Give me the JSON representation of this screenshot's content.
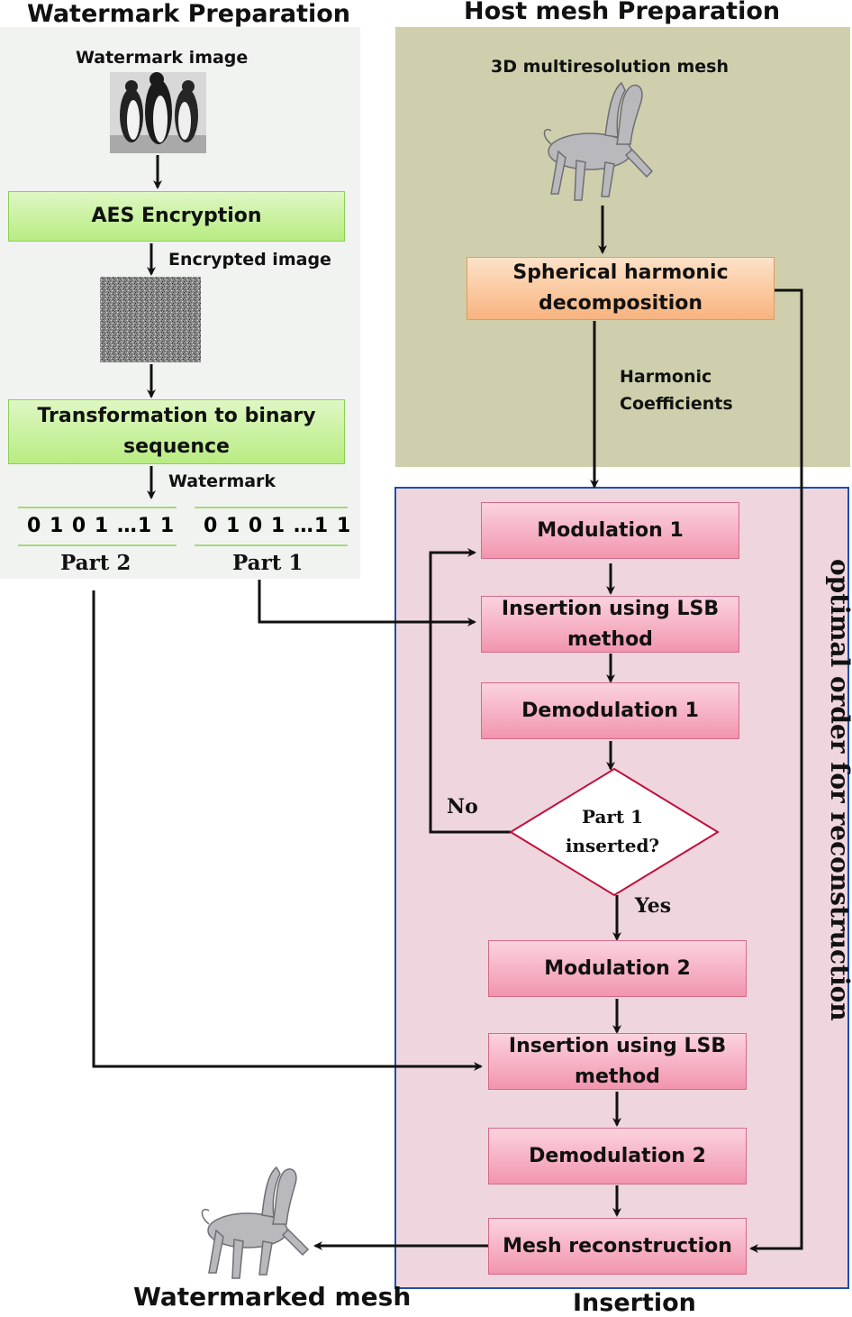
{
  "headers": {
    "watermark_prep": "Watermark Preparation",
    "host_prep": "Host mesh Preparation",
    "insertion": "Insertion",
    "watermarked_mesh": "Watermarked mesh",
    "optimal_order": "optimal order for reconstruction"
  },
  "left": {
    "watermark_image_label": "Watermark image",
    "aes": "AES Encryption",
    "encrypted_image_label": "Encrypted image",
    "transform": "Transformation to binary sequence",
    "watermark_label": "Watermark",
    "bits_part2": "0 1 0 1 …1 1",
    "bits_part1": "0 1 0 1 …1 1",
    "part2": "Part 2",
    "part1": "Part 1"
  },
  "host": {
    "mesh_label": "3D multiresolution mesh",
    "sh_decomposition": "Spherical harmonic decomposition",
    "harmonic_coeffs": "Harmonic Coefficients"
  },
  "insertion": {
    "modulation1": "Modulation 1",
    "insertion_lsb1": "Insertion using LSB method",
    "demodulation1": "Demodulation 1",
    "decision": "Part 1 inserted?",
    "no": "No",
    "yes": "Yes",
    "modulation2": "Modulation 2",
    "insertion_lsb2": "Insertion using LSB method",
    "demodulation2": "Demodulation 2",
    "mesh_reconstruction": "Mesh reconstruction"
  },
  "colors": {
    "green_box": "#b8ec82",
    "orange_box": "#f8b37f",
    "pink_box": "#f295ae",
    "insertion_border": "#1f4fa6",
    "host_panel": "#cfcfad",
    "insertion_panel": "#efd6de"
  }
}
